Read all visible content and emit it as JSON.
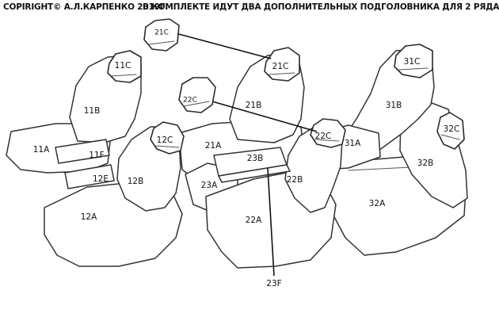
{
  "header": {
    "copyright": "COPIRIGHT© А.Л.КАРПЕНКО 2019Г.",
    "note": "В КОМПЛЕКТЕ ИДУТ ДВА ДОПОЛНИТЕЛЬНЫХ ПОДГОЛОВНИКА ДЛЯ 2 РЯДА"
  },
  "parts": {
    "p11C": "11C",
    "p11B": "11B",
    "p11A": "11A",
    "p11F": "11F",
    "p12E": "12E",
    "p12C": "12C",
    "p12B": "12B",
    "p12A": "12A",
    "p21C_top": "21C",
    "p21C": "21C",
    "p21B": "21B",
    "p21A": "21A",
    "p22C_top": "22C",
    "p22C": "22C",
    "p22B": "22B",
    "p22A": "22A",
    "p23B": "23B",
    "p23A": "23A",
    "p23F": "23F",
    "p31C": "31C",
    "p31B": "31B",
    "p31A": "31A",
    "p32C": "32C",
    "p32B": "32B",
    "p32A": "32A"
  }
}
